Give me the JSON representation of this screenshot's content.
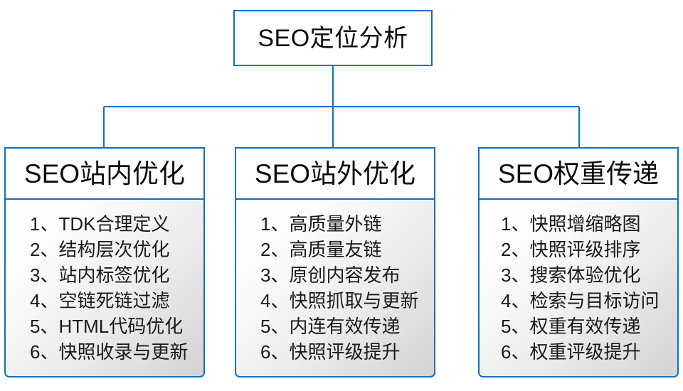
{
  "diagram": {
    "title": "SEO定位分析",
    "root": {
      "label": "SEO定位分析"
    },
    "colors": {
      "border_blue": "#1070c0",
      "text": "#0d0d0d",
      "panel_gradient_start": "#ffffff",
      "panel_gradient_end": "#d4d4d4",
      "background": "#ffffff"
    },
    "branches": [
      {
        "header": "SEO站内优化",
        "items": [
          {
            "num": "1、",
            "text": "TDK合理定义"
          },
          {
            "num": "2、",
            "text": "结构层次优化"
          },
          {
            "num": "3、",
            "text": "站内标签优化"
          },
          {
            "num": "4、",
            "text": "空链死链过滤"
          },
          {
            "num": "5、",
            "text": "HTML代码优化"
          },
          {
            "num": "6、",
            "text": "快照收录与更新"
          }
        ]
      },
      {
        "header": "SEO站外优化",
        "items": [
          {
            "num": "1、",
            "text": "高质量外链"
          },
          {
            "num": "2、",
            "text": "高质量友链"
          },
          {
            "num": "3、",
            "text": "原创内容发布"
          },
          {
            "num": "4、",
            "text": "快照抓取与更新"
          },
          {
            "num": "5、",
            "text": "内连有效传递"
          },
          {
            "num": "6、",
            "text": "快照评级提升"
          }
        ]
      },
      {
        "header": "SEO权重传递",
        "items": [
          {
            "num": "1、",
            "text": "快照增缩略图"
          },
          {
            "num": "2、",
            "text": "快照评级排序"
          },
          {
            "num": "3、",
            "text": "搜索体验优化"
          },
          {
            "num": "4、",
            "text": "检索与目标访问"
          },
          {
            "num": "5、",
            "text": "权重有效传递"
          },
          {
            "num": "6、",
            "text": "权重评级提升"
          }
        ]
      }
    ]
  }
}
